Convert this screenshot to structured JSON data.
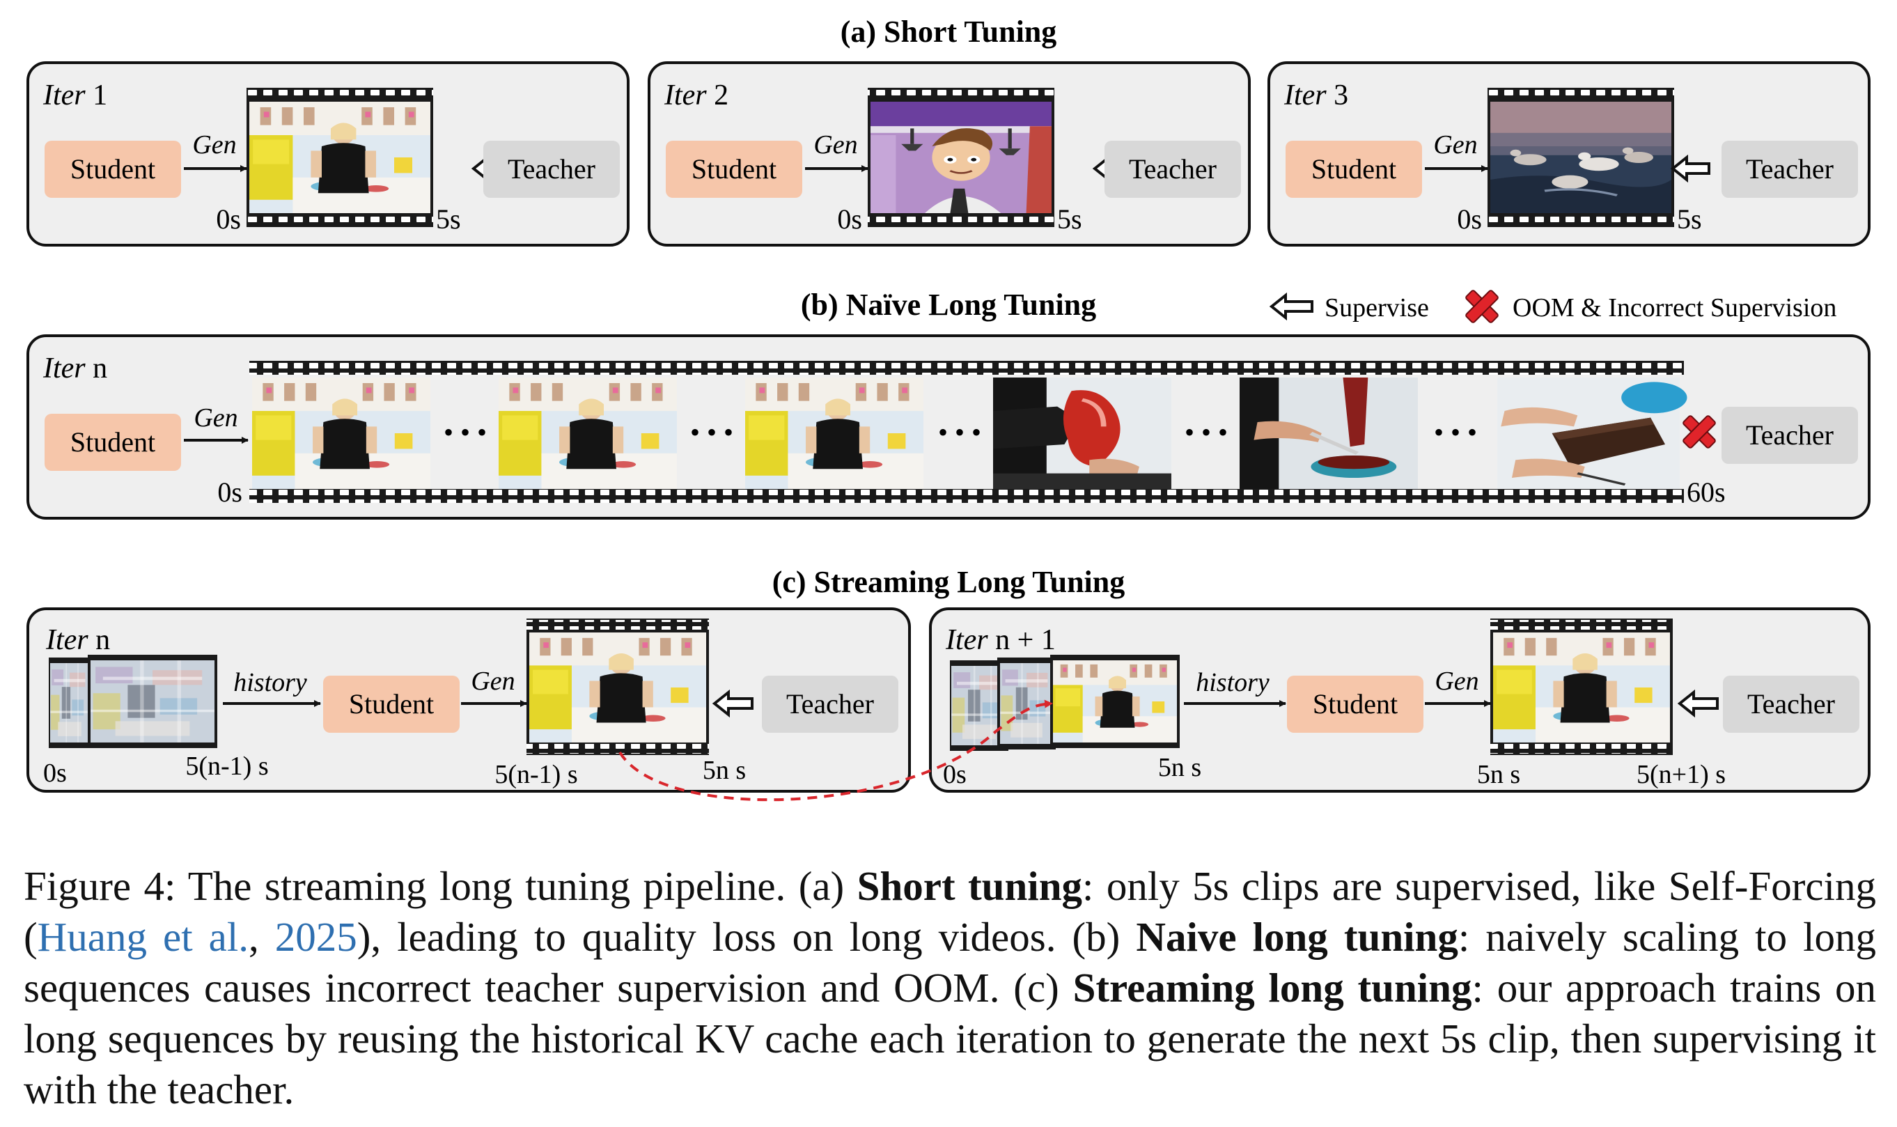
{
  "sections": {
    "a": {
      "title": "(a) Short Tuning"
    },
    "b": {
      "title": "(b) Naïve Long Tuning"
    },
    "c": {
      "title": "(c) Streaming Long Tuning"
    }
  },
  "legend": {
    "supervise": "Supervise",
    "oom": "OOM & Incorrect Supervision"
  },
  "labels": {
    "iter_word": "Iter",
    "student": "Student",
    "teacher": "Teacher",
    "gen": "Gen",
    "history": "history",
    "ellipsis": "• • •"
  },
  "panel_a": [
    {
      "iter": "1",
      "t_start": "0s",
      "t_end": "5s"
    },
    {
      "iter": "2",
      "t_start": "0s",
      "t_end": "5s"
    },
    {
      "iter": "3",
      "t_start": "0s",
      "t_end": "5s"
    }
  ],
  "panel_b": {
    "iter": "n",
    "t_start": "0s",
    "t_end": "60s"
  },
  "panel_c": {
    "left": {
      "iter": "n",
      "h_start": "0s",
      "h_end": "5(n-1) s",
      "g_start": "5(n-1) s",
      "g_end": "5n s"
    },
    "right": {
      "iter": "n + 1",
      "h_start": "0s",
      "h_end": "5n s",
      "g_start": "5n s",
      "g_end": "5(n+1) s"
    }
  },
  "caption": {
    "p1": "Figure 4: The streaming long tuning pipeline. (a) ",
    "b1": "Short tuning",
    "p2": ": only 5s clips are supervised, like Self-Forcing (",
    "cite_author": "Huang et al.",
    "p3": ", ",
    "cite_year": "2025",
    "p4": "), leading to quality loss on long videos. (b) ",
    "b2": "Naive long tuning",
    "p5": ": naively scaling to long sequences causes incorrect teacher supervision and OOM. (c) ",
    "b3": "Streaming long tuning",
    "p6": ": our approach trains on long sequences by reusing the historical KV cache each iteration to generate the next 5s clip, then supervising it with the teacher."
  },
  "colors": {
    "student": "#f6c6aa",
    "teacher": "#d8d8d8",
    "panel": "#efefef",
    "cross": "#e0242a",
    "dash": "#d9262c",
    "link": "#2e6fb0"
  }
}
